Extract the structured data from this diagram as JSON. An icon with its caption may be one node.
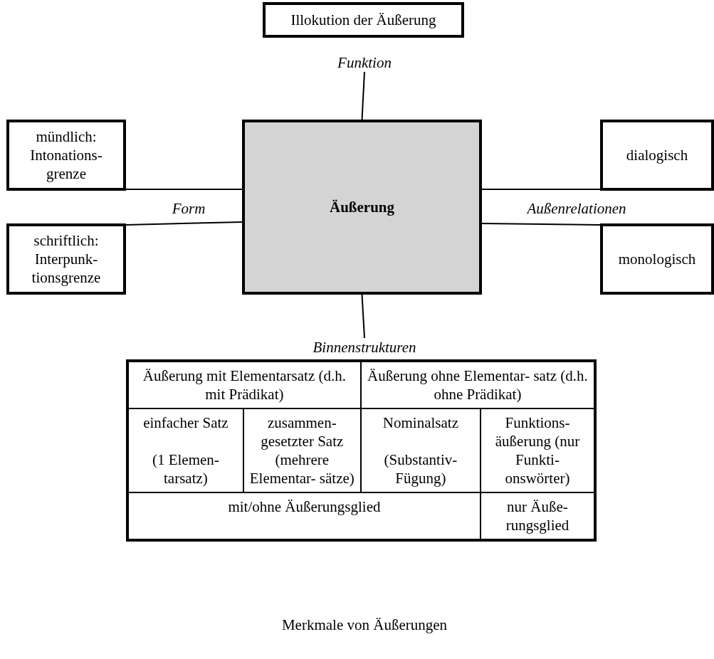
{
  "diagram": {
    "caption": "Merkmale von Äußerungen",
    "nodes": [
      {
        "text": [
          "Illokution der Äußerung"
        ]
      },
      {
        "text": [
          "Funktion"
        ]
      },
      {
        "text": [
          "mündlich: Intonations- grenze"
        ]
      },
      {
        "text": [
          "schriftlich: Interpunk- tionsgrenze"
        ]
      },
      {
        "text": [
          "Äußerung"
        ]
      },
      {
        "text": [
          "dialogisch"
        ]
      },
      {
        "text": [
          "monologisch"
        ]
      },
      {
        "text": [
          "Binnenstrukturen"
        ]
      }
    ],
    "edges": [
      {
        "from": 4,
        "to": 1,
        "arrow": "none"
      },
      {
        "from": 2,
        "to": 4,
        "arrow": "none"
      },
      {
        "from": 3,
        "to": 4,
        "arrow": "none"
      },
      {
        "from": 4,
        "to": 5,
        "arrow": "none"
      },
      {
        "from": 4,
        "to": 6,
        "arrow": "none"
      },
      {
        "from": 4,
        "to": 7,
        "arrow": "none"
      }
    ],
    "labels": [
      "Form",
      "Außenrelationen",
      "Äußerung mit Elementarsatz (d.h. mit Prädikat)",
      "Äußerung ohne Elementar- satz (d.h. ohne Prädikat)",
      "einfacher Satz",
      "(1 Elemen- tarsatz)",
      "zusammen- gesetzter Satz (mehrere Elementar- sätze)",
      "Nominalsatz",
      "(Substantiv- Fügung)",
      "Funktions- äußerung (nur Funkti- onswörter)",
      "mit/ohne Äußerungsglied",
      "nur Äuße- rungsglied"
    ]
  }
}
